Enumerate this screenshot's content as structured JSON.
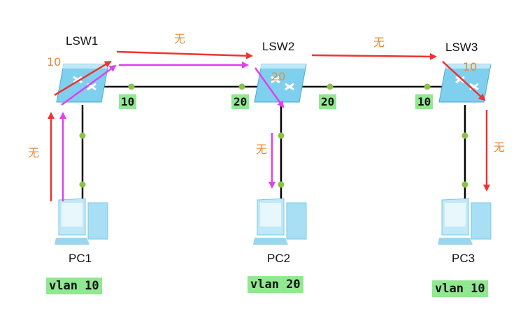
{
  "colors": {
    "link": "#000000",
    "port_dot": "#8bc34a",
    "tag_bg": "#90e890",
    "red_arrow": "#ee3333",
    "magenta_arrow": "#e040f0",
    "annotation": "#ee8833",
    "switch_body": "#7fd0ee",
    "pc_body": "#bfe8f8"
  },
  "devices": {
    "lsw1": {
      "label": "LSW1",
      "icon": "switch-icon"
    },
    "lsw2": {
      "label": "LSW2",
      "icon": "switch-icon"
    },
    "lsw3": {
      "label": "LSW3",
      "icon": "switch-icon"
    },
    "pc1": {
      "label": "PC1",
      "icon": "pc-icon",
      "vlan": "vlan 10"
    },
    "pc2": {
      "label": "PC2",
      "icon": "pc-icon",
      "vlan": "vlan 20"
    },
    "pc3": {
      "label": "PC3",
      "icon": "pc-icon",
      "vlan": "vlan 10"
    }
  },
  "ports": {
    "lsw1_right": "10",
    "lsw2_left": "20",
    "lsw2_right": "20",
    "lsw3_left": "10"
  },
  "annotations": {
    "top_lsw1_lsw2": "无",
    "top_lsw2_lsw3": "无",
    "lsw1_tag": "10",
    "pc1_up": "无",
    "lsw2_tag": "20",
    "lsw2_down": "无",
    "lsw3_tag": "10",
    "lsw3_down": "无"
  }
}
